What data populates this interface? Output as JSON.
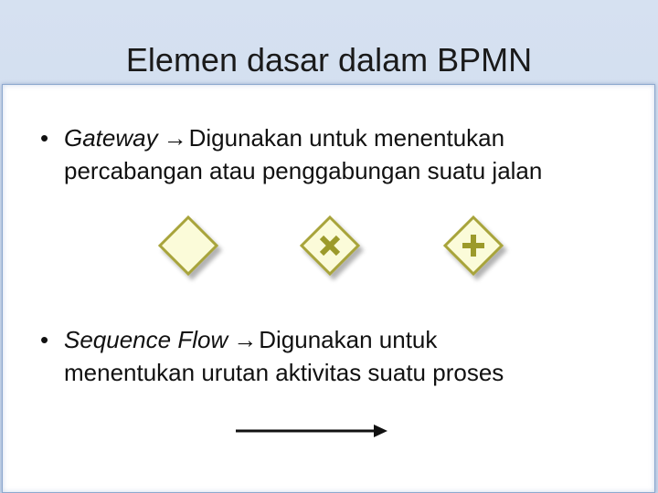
{
  "slide": {
    "title": "Elemen dasar dalam BPMN",
    "bullets": [
      {
        "bullet": "•",
        "term": "Gateway",
        "arrow": "→",
        "desc_line1": "Digunakan untuk menentukan",
        "desc_line2": "percabangan atau penggabungan suatu jalan"
      },
      {
        "bullet": "•",
        "term": "Sequence Flow",
        "arrow": "→",
        "desc_line1": "Digunakan untuk",
        "desc_line2": "menentukan urutan aktivitas suatu proses"
      }
    ],
    "gateways": [
      {
        "kind": "plain",
        "icon": "gateway-empty-icon"
      },
      {
        "kind": "exclusive",
        "icon": "gateway-x-icon"
      },
      {
        "kind": "parallel",
        "icon": "gateway-plus-icon"
      }
    ],
    "colors": {
      "gateway_fill": "#fbfbd9",
      "gateway_stroke": "#a8a43a",
      "gateway_marker": "#9c9a2b",
      "flow_line": "#111111"
    }
  }
}
